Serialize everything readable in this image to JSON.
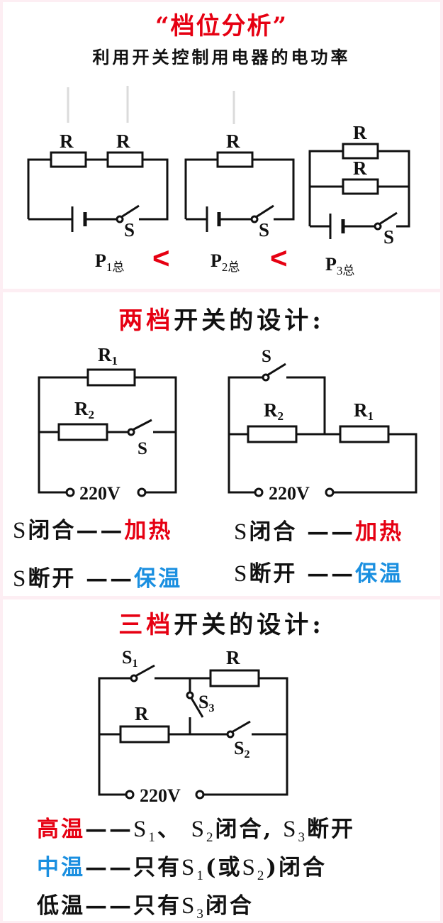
{
  "panel1": {
    "title": "“档位分析”",
    "subtitle": "利用开关控制用电器的电功率",
    "resistor_label": "R",
    "switch_label": "S",
    "powers": [
      {
        "p": "P",
        "sub": "1总"
      },
      {
        "p": "P",
        "sub": "2总"
      },
      {
        "p": "P",
        "sub": "3总"
      }
    ],
    "comparator": "<"
  },
  "panel2": {
    "title_red": "两档",
    "title_black": "开关的设计:",
    "r1": {
      "base": "R",
      "sub": "1"
    },
    "r2": {
      "base": "R",
      "sub": "2"
    },
    "switch_label": "S",
    "voltage": "220V",
    "left_closed": {
      "s": "S",
      "text": "闭合——",
      "mode": "加热"
    },
    "left_open": {
      "s": "S",
      "text": "断开 ——",
      "mode": "保温"
    },
    "right_closed": {
      "s": "S",
      "text": "闭合 ——",
      "mode": "加热"
    },
    "right_open": {
      "s": "S",
      "text": "断开 ——",
      "mode": "保温"
    }
  },
  "panel3": {
    "title_red": "三档",
    "title_black": "开关的设计:",
    "resistor_label": "R",
    "s1": {
      "base": "S",
      "sub": "1"
    },
    "s2": {
      "base": "S",
      "sub": "2"
    },
    "s3": {
      "base": "S",
      "sub": "3"
    },
    "voltage": "220V",
    "high": {
      "mode": "高温",
      "dash": "——",
      "s1": "S",
      "s1sub": "1",
      "sep": "、",
      "s2": "S",
      "s2sub": "2",
      "mid": "闭合,",
      "s3": "S",
      "s3sub": "3",
      "end": "断开"
    },
    "medium": {
      "mode": "中温",
      "dash": "——",
      "pre": "只有",
      "s1": "S",
      "s1sub": "1",
      "paren": "(或",
      "s2": "S",
      "s2sub": "2",
      "end": ")闭合"
    },
    "low": {
      "mode": "低温",
      "dash": "——",
      "pre": "只有",
      "s3": "S",
      "s3sub": "3",
      "end": "闭合"
    }
  },
  "colors": {
    "heat": "#e60012",
    "keep_warm": "#1a8fe0",
    "background": "#fdeef3"
  }
}
